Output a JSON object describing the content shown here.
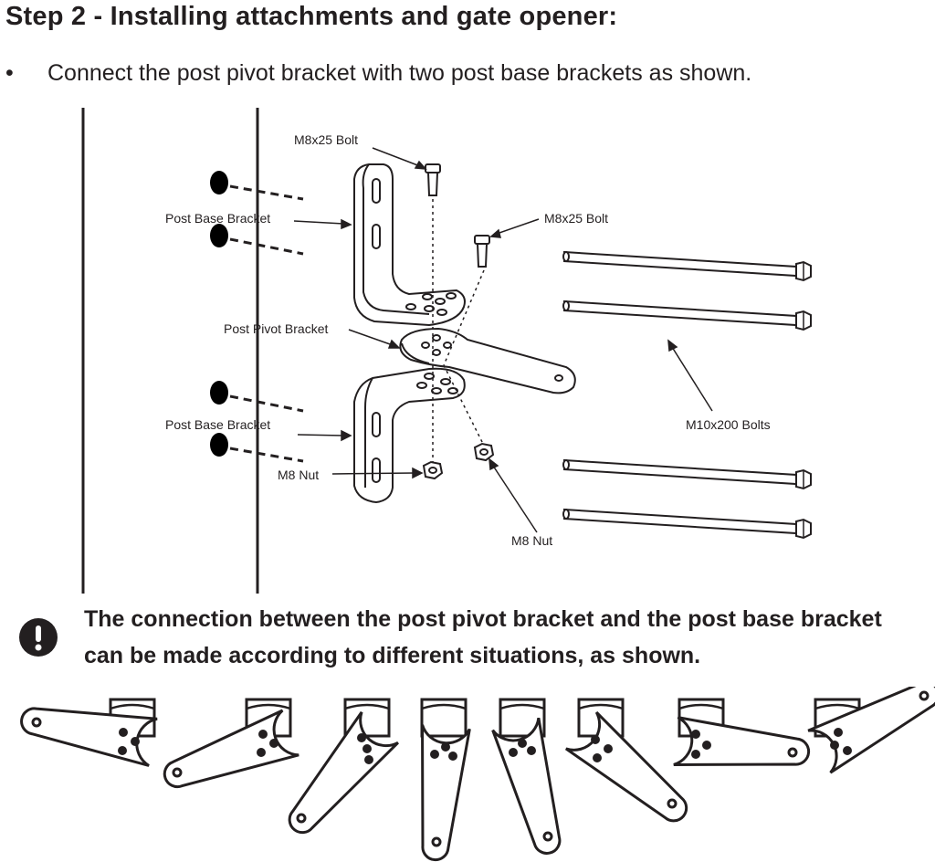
{
  "heading": "Step 2 - Installing attachments and gate opener:",
  "bullet_marker": "•",
  "instruction": "Connect the post pivot bracket with two post base brackets as shown.",
  "diagram_labels": {
    "bolt_top": "M8x25 Bolt",
    "bolt_side": "M8x25 Bolt",
    "post_base_bracket_upper": "Post Base Bracket",
    "post_pivot_bracket": "Post Pivot Bracket",
    "post_base_bracket_lower": "Post Base Bracket",
    "long_bolts": "M10x200 Bolts",
    "nut_left": "M8 Nut",
    "nut_right": "M8 Nut"
  },
  "note_icon": "exclamation-circle-icon",
  "note": "The connection between the post pivot bracket and the post base bracket can be made according to different situations, as shown."
}
